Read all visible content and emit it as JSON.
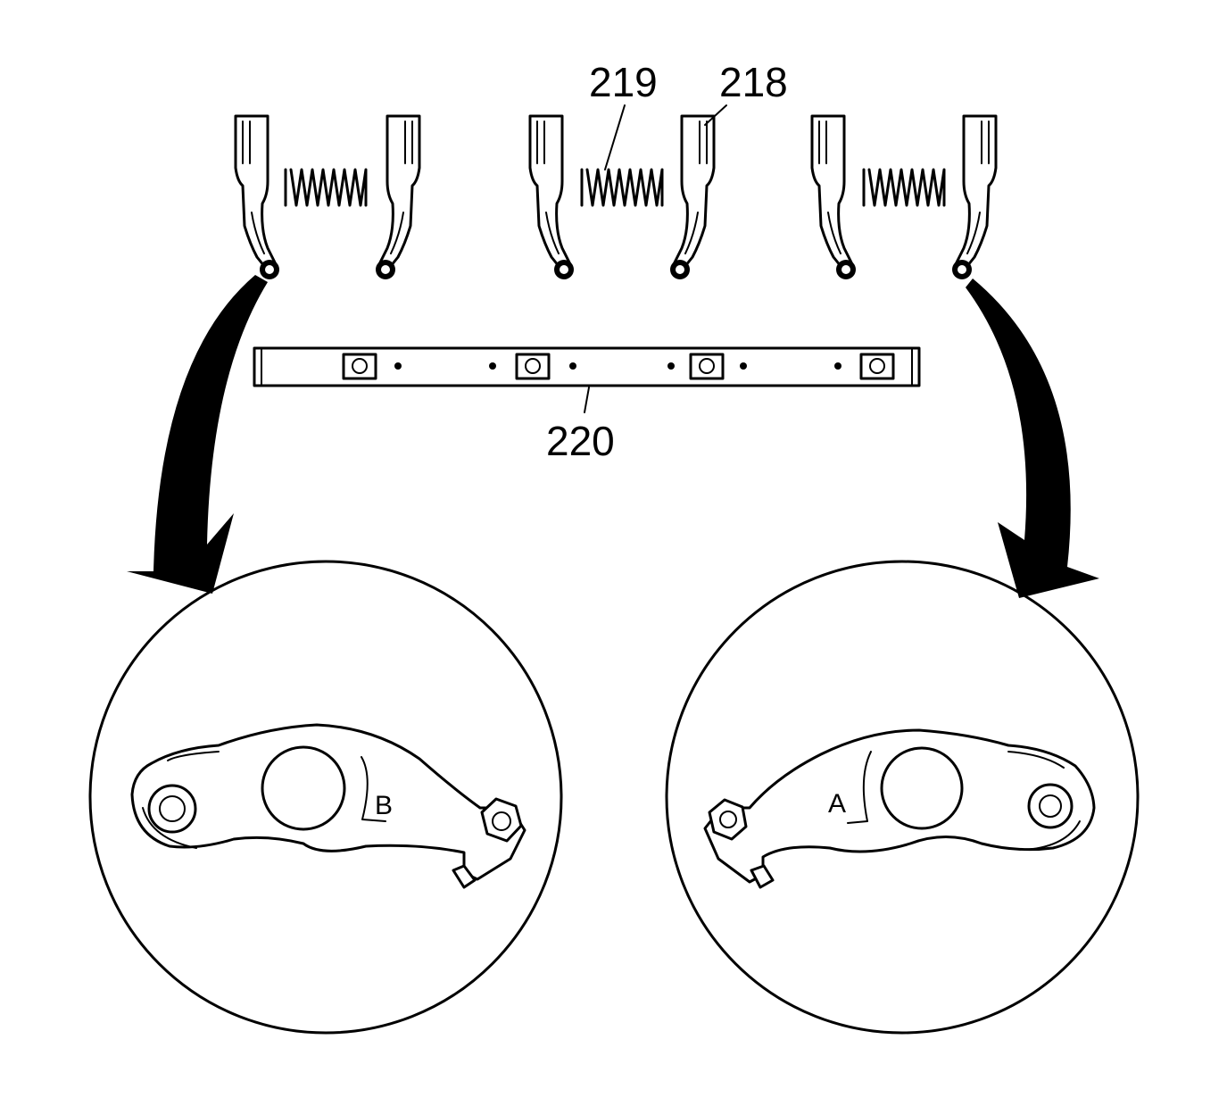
{
  "callouts": {
    "spring": "219",
    "rocker_arm": "218",
    "shaft": "220"
  },
  "detail_labels": {
    "left": "B",
    "right": "A"
  }
}
